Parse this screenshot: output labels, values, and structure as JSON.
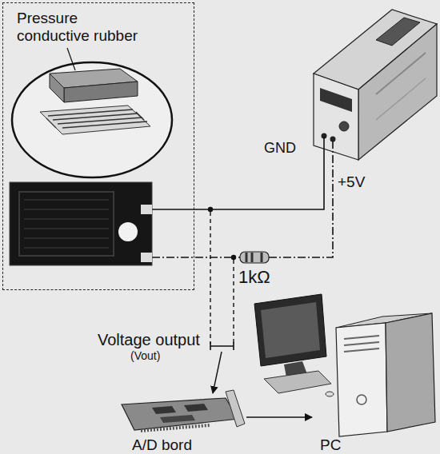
{
  "diagram": {
    "nodes": [
      {
        "text": [
          "Pressure conductive rubber"
        ]
      },
      {
        "text": [
          "A/D bord"
        ]
      },
      {
        "text": [
          "PC"
        ]
      }
    ],
    "edges": [
      {
        "from": 1,
        "to": 2,
        "arrow": "to"
      }
    ],
    "labels": [
      "GND",
      "+5V",
      "1kΩ",
      "Voltage output",
      "(Vout)"
    ]
  }
}
